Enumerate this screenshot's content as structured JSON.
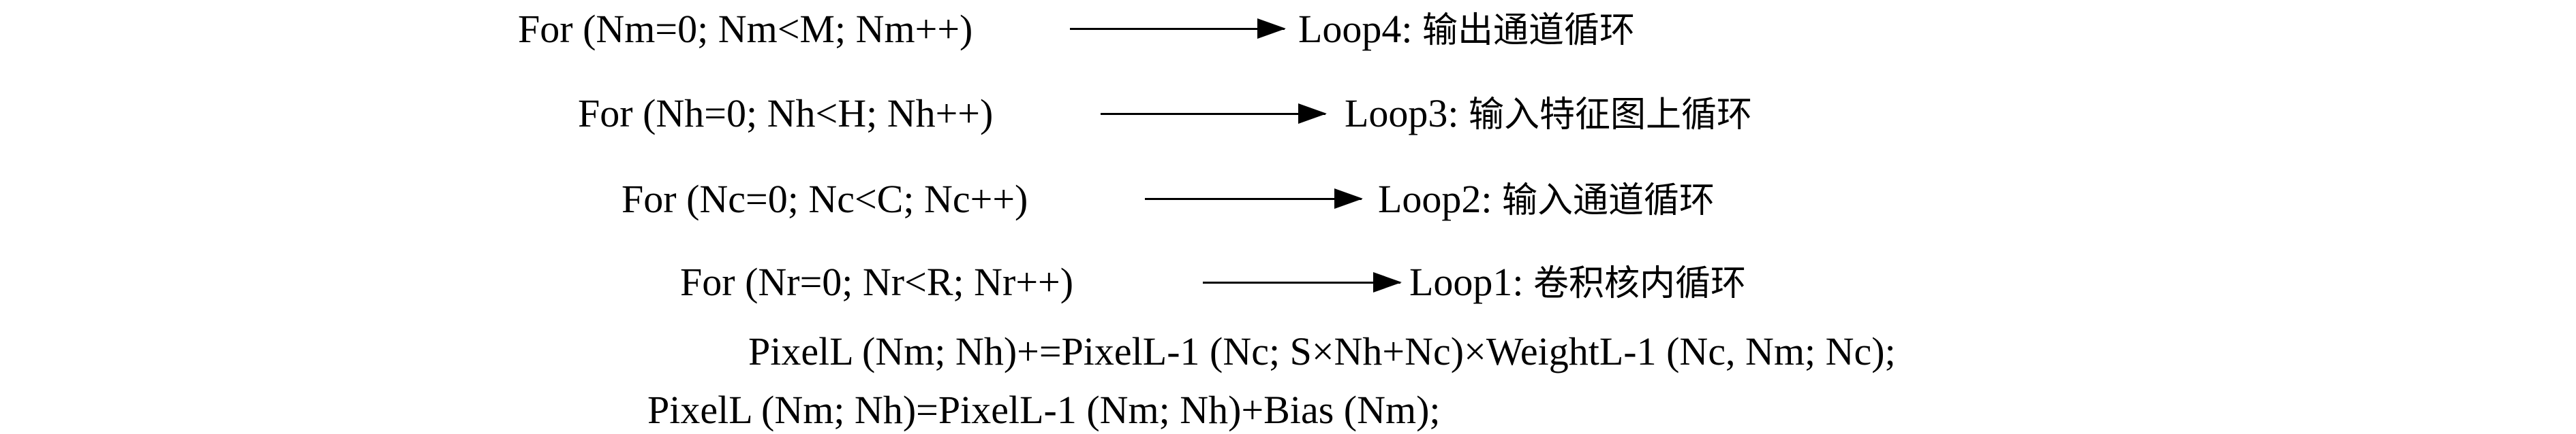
{
  "loops": [
    {
      "code": "For (Nm=0; Nm<M; Nm++)",
      "label_prefix": "Loop4: ",
      "label_cn": "输出通道循环"
    },
    {
      "code": "For (Nh=0; Nh<H; Nh++)",
      "label_prefix": "Loop3: ",
      "label_cn": "输入特征图上循环"
    },
    {
      "code": "For (Nc=0; Nc<C; Nc++)",
      "label_prefix": "Loop2: ",
      "label_cn": "输入通道循环"
    },
    {
      "code": "For (Nr=0; Nr<R; Nr++)",
      "label_prefix": "Loop1: ",
      "label_cn": "卷积核内循环"
    }
  ],
  "statements": [
    "PixelL (Nm; Nh)+=PixelL-1 (Nc; S×Nh+Nc)×WeightL-1 (Nc, Nm; Nc);",
    "PixelL (Nm; Nh)=PixelL-1 (Nm; Nh)+Bias (Nm);"
  ]
}
